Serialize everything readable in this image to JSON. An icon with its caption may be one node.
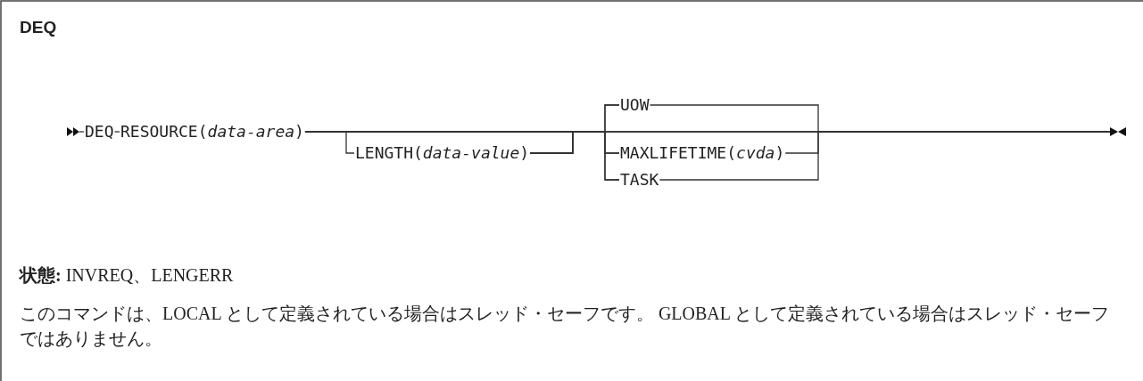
{
  "diagram": {
    "title": "DEQ",
    "nodes": [
      {
        "text": [
          "DEQ"
        ]
      },
      {
        "text": [
          "RESOURCE(*data-area*)"
        ]
      },
      {
        "text": [
          "LENGTH(*data-value*)"
        ]
      },
      {
        "text": [
          "UOW"
        ]
      },
      {
        "text": [
          "MAXLIFETIME(*cvda*)"
        ]
      },
      {
        "text": [
          "TASK"
        ]
      }
    ],
    "edges": [
      {
        "from": null,
        "to": 0,
        "arrow": "none"
      },
      {
        "from": 0,
        "to": 1,
        "arrow": "none"
      },
      {
        "from": 1,
        "to": 2,
        "arrow": "none"
      },
      {
        "from": 2,
        "to": 3,
        "arrow": "none"
      },
      {
        "from": 2,
        "to": 4,
        "arrow": "none"
      },
      {
        "from": 2,
        "to": 5,
        "arrow": "none"
      },
      {
        "from": 1,
        "to": 3,
        "arrow": "none"
      },
      {
        "from": 1,
        "to": 4,
        "arrow": "none"
      },
      {
        "from": 1,
        "to": 5,
        "arrow": "none"
      },
      {
        "from": 3,
        "to": null,
        "arrow": "none"
      },
      {
        "from": 4,
        "to": null,
        "arrow": "none"
      },
      {
        "from": 5,
        "to": null,
        "arrow": "none"
      },
      {
        "from": 1,
        "to": null,
        "arrow": "none"
      },
      {
        "from": 2,
        "to": null,
        "arrow": "none"
      }
    ],
    "labels": [
      "**状態:** INVREQ、LENGERR",
      "このコマンドは、LOCAL として定義されている場合はスレッド・セーフです。 GLOBAL として定義されている場合はスレッド・セーフではありません。"
    ]
  }
}
